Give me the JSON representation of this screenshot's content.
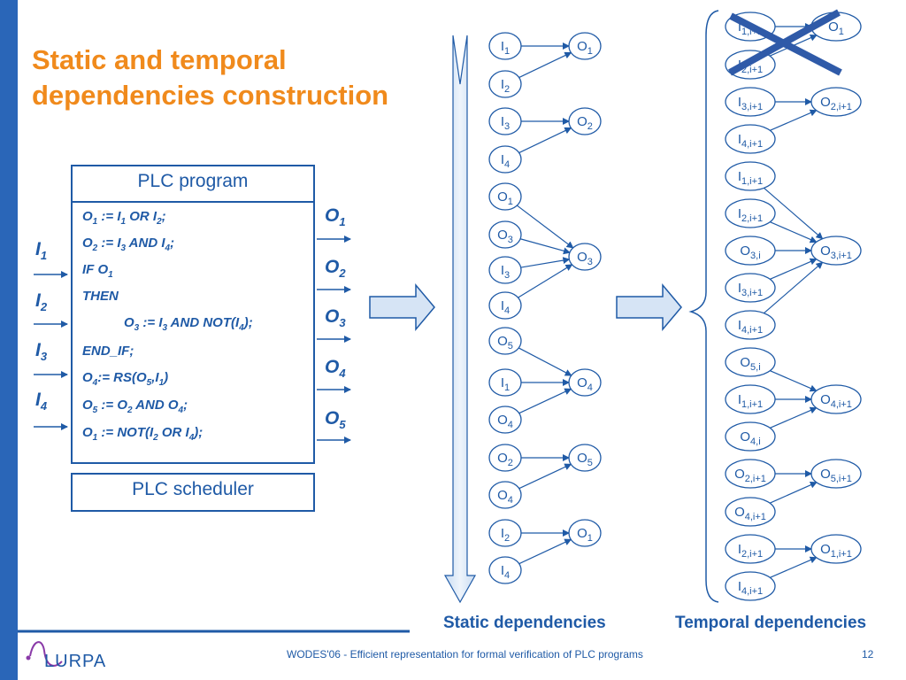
{
  "title": {
    "line1": "Static and temporal",
    "line2": "dependencies construction"
  },
  "plc_box": {
    "program_label": "PLC program",
    "scheduler_label": "PLC scheduler",
    "code_lines": [
      [
        [
          "O",
          "1"
        ],
        [
          " := I",
          ""
        ],
        [
          "",
          "1"
        ],
        [
          " OR I",
          ""
        ],
        [
          "",
          "2"
        ],
        [
          ";",
          ""
        ]
      ],
      [
        [
          "O",
          "2"
        ],
        [
          " := I",
          ""
        ],
        [
          "",
          "3"
        ],
        [
          " AND I",
          ""
        ],
        [
          "",
          "4"
        ],
        [
          ";",
          ""
        ]
      ],
      [
        [
          "IF O",
          ""
        ],
        [
          "",
          "1"
        ]
      ],
      [
        [
          "THEN",
          ""
        ]
      ],
      [
        [
          "O",
          "3"
        ],
        [
          " := I",
          ""
        ],
        [
          "",
          "3"
        ],
        [
          " AND NOT(I",
          ""
        ],
        [
          "",
          "4"
        ],
        [
          ");",
          ""
        ]
      ],
      [
        [
          "END_IF;",
          ""
        ]
      ],
      [
        [
          "O",
          "4"
        ],
        [
          ":= RS(O",
          ""
        ],
        [
          "",
          "5"
        ],
        [
          ",I",
          ""
        ],
        [
          "",
          "1"
        ],
        [
          ")",
          ""
        ]
      ],
      [
        [
          "O",
          "5"
        ],
        [
          " := O",
          ""
        ],
        [
          "",
          "2"
        ],
        [
          " AND O",
          ""
        ],
        [
          "",
          "4"
        ],
        [
          ";",
          ""
        ]
      ],
      [
        [
          "O",
          "1"
        ],
        [
          " := NOT(I",
          ""
        ],
        [
          "",
          "2"
        ],
        [
          " OR I",
          ""
        ],
        [
          "",
          "4"
        ],
        [
          ");",
          ""
        ]
      ]
    ],
    "inputs": [
      [
        "I",
        "1"
      ],
      [
        "I",
        "2"
      ],
      [
        "I",
        "3"
      ],
      [
        "I",
        "4"
      ]
    ],
    "outputs": [
      [
        "O",
        "1"
      ],
      [
        "O",
        "2"
      ],
      [
        "O",
        "3"
      ],
      [
        "O",
        "4"
      ],
      [
        "O",
        "5"
      ]
    ]
  },
  "static_nodes": [
    [
      "I",
      "1"
    ],
    [
      "I",
      "2"
    ],
    [
      "I",
      "3"
    ],
    [
      "I",
      "4"
    ],
    [
      "O",
      "1"
    ],
    [
      "O",
      "3"
    ],
    [
      "I",
      "3"
    ],
    [
      "I",
      "4"
    ],
    [
      "O",
      "5"
    ],
    [
      "I",
      "1"
    ],
    [
      "O",
      "4"
    ],
    [
      "O",
      "2"
    ],
    [
      "O",
      "4"
    ],
    [
      "I",
      "2"
    ],
    [
      "I",
      "4"
    ]
  ],
  "static_targets": [
    [
      "O",
      "1"
    ],
    [
      "O",
      "2"
    ],
    [
      "O",
      "3"
    ],
    [
      "O",
      "4"
    ],
    [
      "O",
      "5"
    ],
    [
      "O",
      "1"
    ]
  ],
  "temporal_nodes": [
    [
      "I",
      "1,i+1"
    ],
    [
      "I",
      "2,i+1"
    ],
    [
      "I",
      "3,i+1"
    ],
    [
      "I",
      "4,i+1"
    ],
    [
      "I",
      "1,i+1"
    ],
    [
      "I",
      "2,i+1"
    ],
    [
      "O",
      "3,i"
    ],
    [
      "I",
      "3,i+1"
    ],
    [
      "I",
      "4,i+1"
    ],
    [
      "O",
      "5,i"
    ],
    [
      "I",
      "1,i+1"
    ],
    [
      "O",
      "4,i"
    ],
    [
      "O",
      "2,i+1"
    ],
    [
      "O",
      "4,i+1"
    ],
    [
      "I",
      "2,i+1"
    ],
    [
      "I",
      "4,i+1"
    ]
  ],
  "temporal_targets": [
    [
      "O",
      "1"
    ],
    [
      "O",
      "2,i+1"
    ],
    [
      "O",
      "3,i+1"
    ],
    [
      "O",
      "4,i+1"
    ],
    [
      "O",
      "5,i+1"
    ],
    [
      "O",
      "1,i+1"
    ]
  ],
  "headers": {
    "static": "Static dependencies",
    "temporal": "Temporal dependencies"
  },
  "footer": {
    "text": "WODES'06   -   Efficient representation for formal verification of PLC programs",
    "page": "12"
  },
  "colors": {
    "accent": "#1f5aa6",
    "title": "#f08a1c",
    "bar": "#2a66b8",
    "arrow_fill": "#d6e4f5",
    "cross": "#2f5aa8"
  }
}
